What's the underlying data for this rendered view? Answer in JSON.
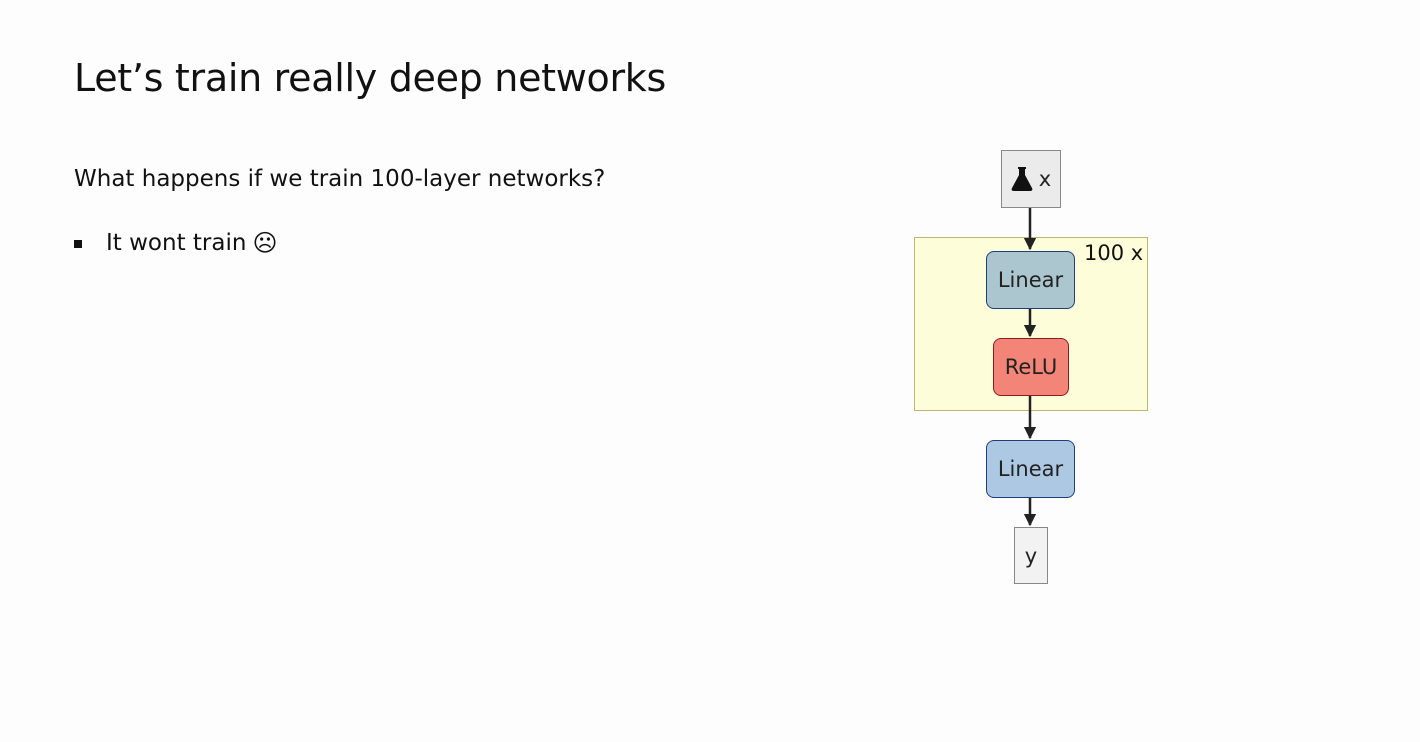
{
  "slide": {
    "title": "Let’s train really deep networks",
    "question": "What happens if we train 100-layer networks?",
    "bullets": [
      {
        "text": "It wont train",
        "emoji": "☹"
      }
    ]
  },
  "diagram": {
    "nodes": {
      "input": {
        "label": "x",
        "icon": "flask-icon"
      },
      "linear1": {
        "label": "Linear"
      },
      "relu": {
        "label": "ReLU"
      },
      "linear2": {
        "label": "Linear"
      },
      "output": {
        "label": "y"
      }
    },
    "repeat_group": {
      "label": "100 x"
    },
    "colors": {
      "input_fill": "#ebebeb",
      "group_fill": "#fdfdd9",
      "linear1_fill": "#abc6ce",
      "relu_fill": "#f38578",
      "linear2_fill": "#adc8e3",
      "output_fill": "#f2f2f2",
      "edge": "#222222"
    }
  }
}
